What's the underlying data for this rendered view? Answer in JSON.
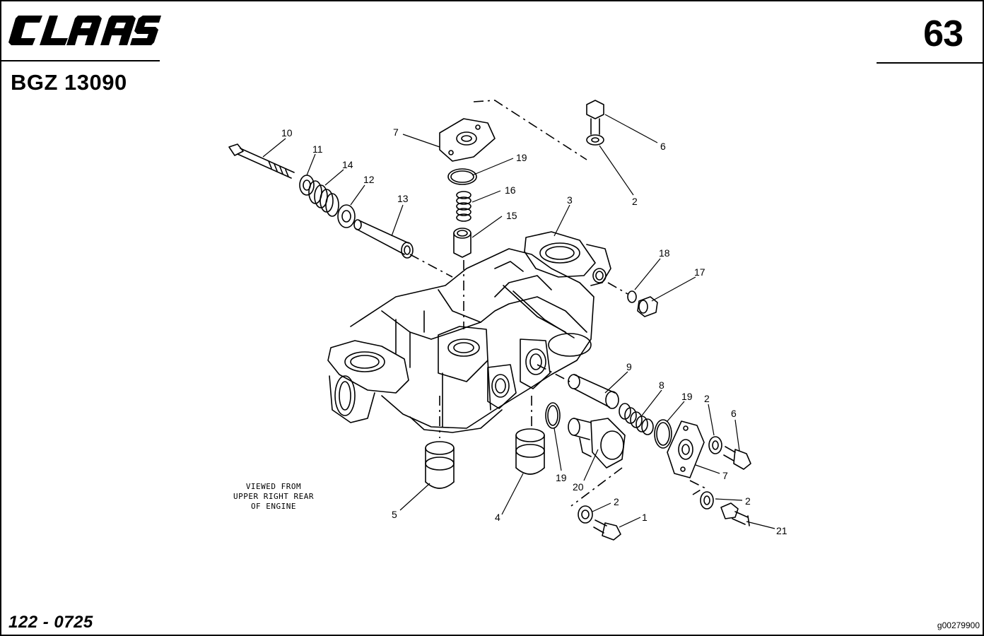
{
  "header": {
    "brand": "CLAAS",
    "page_number": "63",
    "document_code": "BGZ 13090"
  },
  "footer": {
    "reference_code": "122 - 0725",
    "image_code": "g00279900"
  },
  "diagram": {
    "view_note": "VIEWED FROM\nUPPER RIGHT REAR\nOF ENGINE",
    "callouts": [
      {
        "id": "c10",
        "label": "10"
      },
      {
        "id": "c11",
        "label": "11"
      },
      {
        "id": "c14",
        "label": "14"
      },
      {
        "id": "c12",
        "label": "12"
      },
      {
        "id": "c13",
        "label": "13"
      },
      {
        "id": "c7a",
        "label": "7"
      },
      {
        "id": "c19a",
        "label": "19"
      },
      {
        "id": "c16",
        "label": "16"
      },
      {
        "id": "c15",
        "label": "15"
      },
      {
        "id": "c6a",
        "label": "6"
      },
      {
        "id": "c2a",
        "label": "2"
      },
      {
        "id": "c3",
        "label": "3"
      },
      {
        "id": "c18",
        "label": "18"
      },
      {
        "id": "c17",
        "label": "17"
      },
      {
        "id": "c9",
        "label": "9"
      },
      {
        "id": "c8",
        "label": "8"
      },
      {
        "id": "c19b",
        "label": "19"
      },
      {
        "id": "c2b",
        "label": "2"
      },
      {
        "id": "c6b",
        "label": "6"
      },
      {
        "id": "c7b",
        "label": "7"
      },
      {
        "id": "c19c",
        "label": "19"
      },
      {
        "id": "c20",
        "label": "20"
      },
      {
        "id": "c2c",
        "label": "2"
      },
      {
        "id": "c1",
        "label": "1"
      },
      {
        "id": "c2d",
        "label": "2"
      },
      {
        "id": "c21",
        "label": "21"
      },
      {
        "id": "c5",
        "label": "5"
      },
      {
        "id": "c4",
        "label": "4"
      }
    ]
  }
}
